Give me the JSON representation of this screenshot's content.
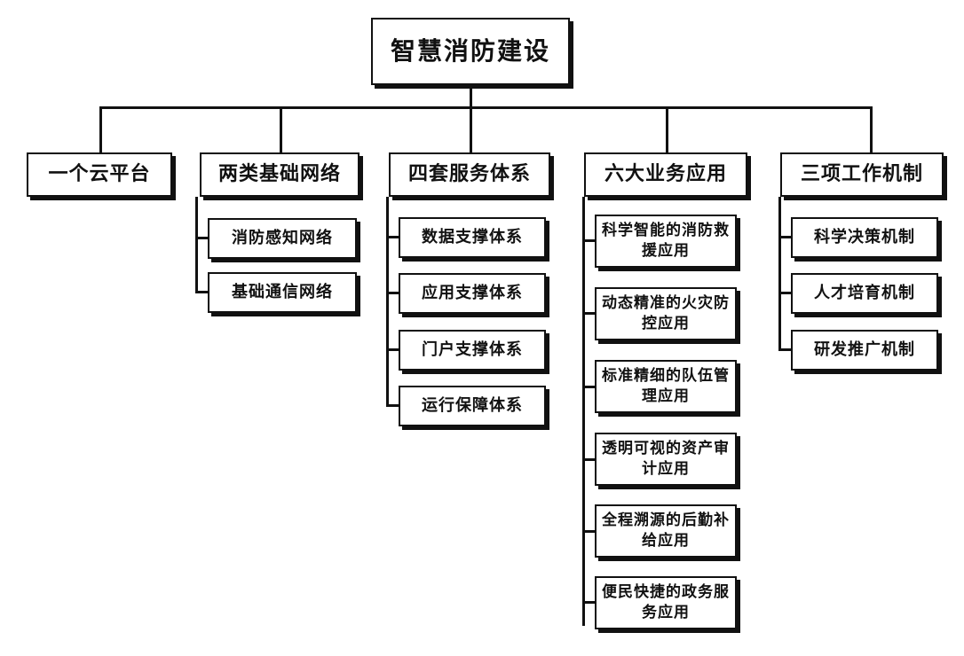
{
  "root": "智慧消防建设",
  "categories": [
    {
      "label": "一个云平台",
      "children": []
    },
    {
      "label": "两类基础网络",
      "children": [
        "消防感知网络",
        "基础通信网络"
      ]
    },
    {
      "label": "四套服务体系",
      "children": [
        "数据支撑体系",
        "应用支撑体系",
        "门户支撑体系",
        "运行保障体系"
      ]
    },
    {
      "label": "六大业务应用",
      "children": [
        "科学智能的消防救援应用",
        "动态精准的火灾防控应用",
        "标准精细的队伍管理应用",
        "透明可视的资产审计应用",
        "全程溯源的后勤补给应用",
        "便民快捷的政务服务应用"
      ]
    },
    {
      "label": "三项工作机制",
      "children": [
        "科学决策机制",
        "人才培育机制",
        "研发推广机制"
      ]
    }
  ]
}
